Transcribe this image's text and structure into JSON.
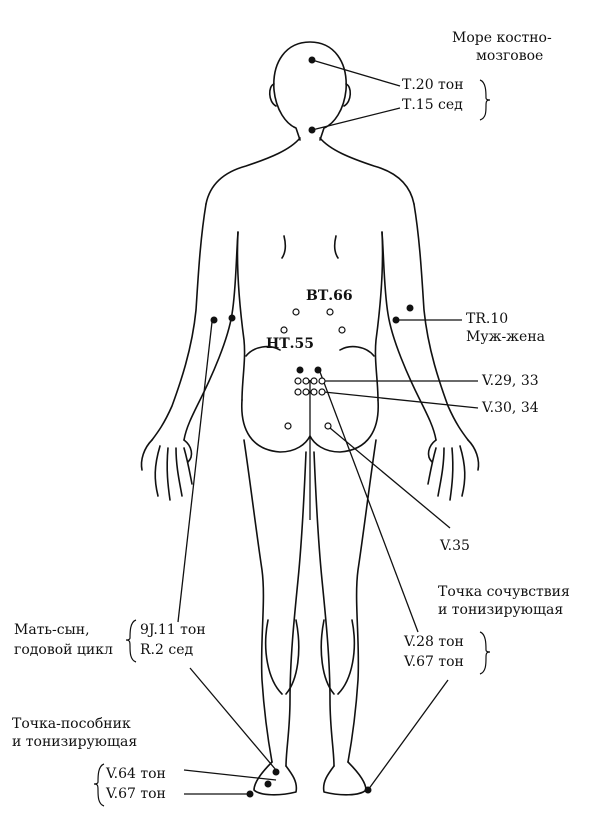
{
  "labels": {
    "sea_marrow_1": "Море костно-",
    "sea_marrow_2": "мозговое",
    "t20": "Т.20 тон",
    "t15": "Т.15 сед",
    "bt66": "ВТ.66",
    "ht55": "НТ.55",
    "tr10": "TR.10",
    "husband_wife": "Муж-жена",
    "v29_33": "V.29, 33",
    "v30_34": "V.30, 34",
    "v35": "V.35",
    "sympathy_1": "Точка сочувствия",
    "sympathy_2": "и тонизирующая",
    "mother_son_1": "Мать-сын,",
    "mother_son_2": "годовой цикл",
    "j11": "9J.11 тон",
    "r2": "R.2 сед",
    "v28": "V.28 тон",
    "v67_right": "V.67 тон",
    "helper_1": "Точка-пособник",
    "helper_2": "и тонизирующая",
    "v64": "V.64 тон",
    "v67_left": "V.67 тон"
  },
  "colors": {
    "ink": "#111111",
    "background": "#ffffff"
  }
}
